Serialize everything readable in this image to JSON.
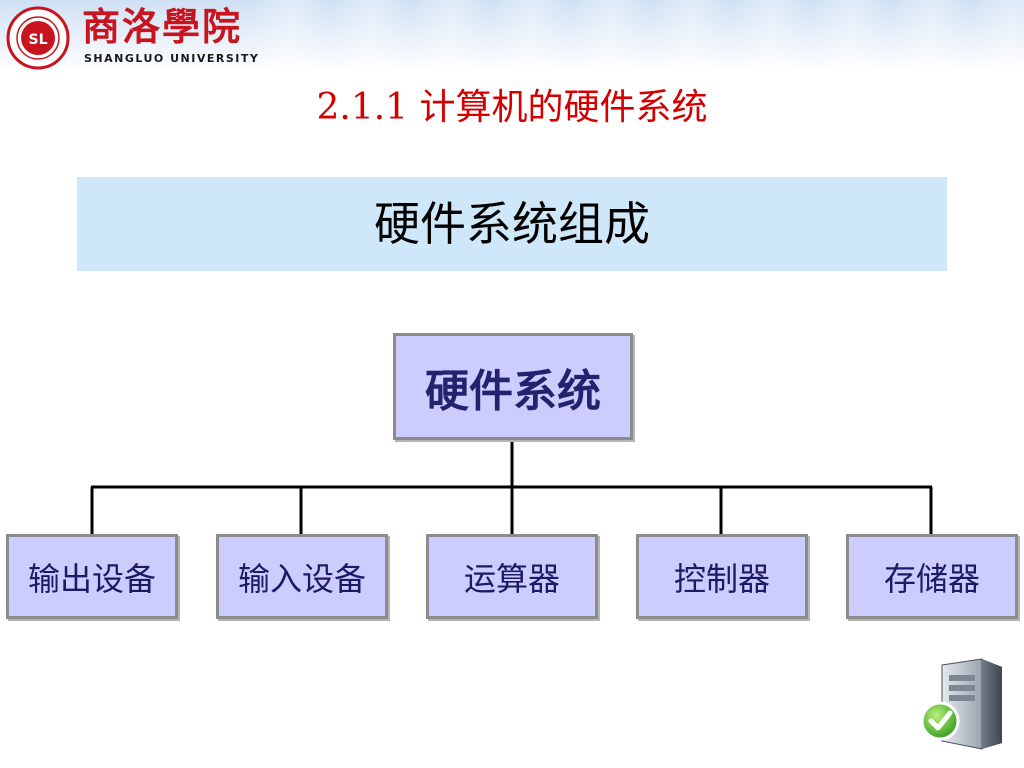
{
  "header": {
    "logo_title": "商洛學院",
    "logo_subtitle": "SHANGLUO UNIVERSITY",
    "seal_name": "shangluo-university-seal"
  },
  "slide": {
    "section_title": "2.1.1 计算机的硬件系统",
    "banner": "硬件系统组成"
  },
  "diagram": {
    "root": "硬件系统",
    "children": [
      "输出设备",
      "输入设备",
      "运算器",
      "控制器",
      "存储器"
    ]
  },
  "icons": {
    "corner": "server-checkmark-icon"
  },
  "colors": {
    "title_red": "#d40000",
    "banner_bg": "#cfe8f9",
    "box_fill": "#ccccff",
    "box_border": "#8c8c8c"
  }
}
